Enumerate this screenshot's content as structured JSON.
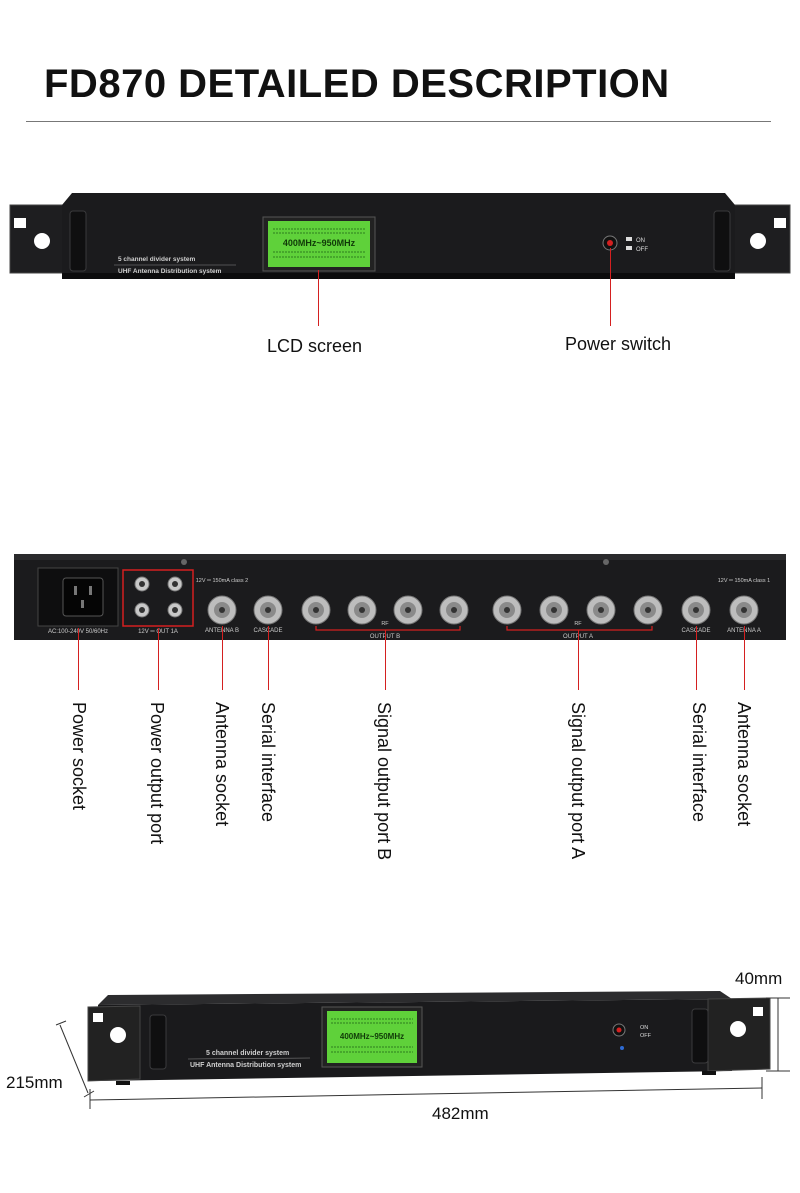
{
  "page": {
    "title": "FD870 DETAILED DESCRIPTION"
  },
  "front": {
    "lcd_line1": "400MHz~950MHz",
    "panel_text1": "5 channel divider system",
    "panel_text2": "UHF Antenna Distribution system",
    "switch_on": "ON",
    "switch_off": "OFF",
    "callouts": {
      "lcd": "LCD screen",
      "power_switch": "Power switch"
    }
  },
  "rear": {
    "panel": {
      "ac_label": "AC:100-240V 50/60Hz",
      "dc_out_label": "12V ═ OUT 1A",
      "antenna_b_spec": "12V ═ 150mA class 2",
      "antenna_b": "ANTENNA B",
      "cascade_left": "CASCADE",
      "rf": "RF",
      "output_b": "OUTPUT B",
      "output_a": "OUTPUT A",
      "cascade_right": "CASCADE",
      "antenna_a_spec": "12V ═ 150mA class 1",
      "antenna_a": "ANTENNA A"
    },
    "callouts": {
      "power_socket": "Power socket",
      "power_output_port": "Power output port",
      "antenna_socket_b": "Antenna socket",
      "serial_interface_left": "Serial interface",
      "signal_output_b": "Signal output port B",
      "signal_output_a": "Signal output port A",
      "serial_interface_right": "Serial interface",
      "antenna_socket_a": "Antenna socket"
    }
  },
  "dimensions": {
    "height": "40mm",
    "depth": "215mm",
    "width": "482mm"
  },
  "colors": {
    "accent_red": "#d42020",
    "lcd_green": "#5fd13a",
    "chassis": "#1b1b1d"
  }
}
